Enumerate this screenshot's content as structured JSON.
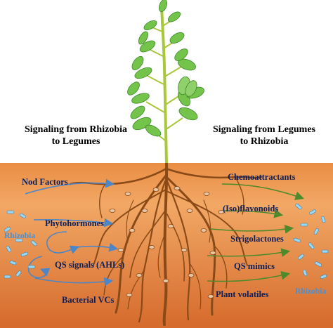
{
  "headings": {
    "left": [
      "Signaling from Rhizobia",
      "to Legumes"
    ],
    "right": [
      "Signaling from Legumes",
      "to Rhizobia"
    ]
  },
  "left_signals": [
    "Nod Factors",
    "Phytohormones",
    "QS signals (AHLs)",
    "Bacterial VCs"
  ],
  "right_signals": [
    "Chemoattractants",
    "(Iso)flavonoids",
    "Strigolactones",
    "QS mimics",
    "Plant volatiles"
  ],
  "rhizobia_labels": {
    "left": "Rhizobia",
    "right": "Rhizobia"
  },
  "colors": {
    "soil_top": "#f0a05a",
    "soil_bottom": "#d5692a",
    "root": "#8a4a17",
    "leaf": "#74c34a",
    "stem": "#a9c73a",
    "arrow_blue": "#4c86c6",
    "arrow_green": "#4d8a2c",
    "bacteria": "#9ad7f2"
  }
}
